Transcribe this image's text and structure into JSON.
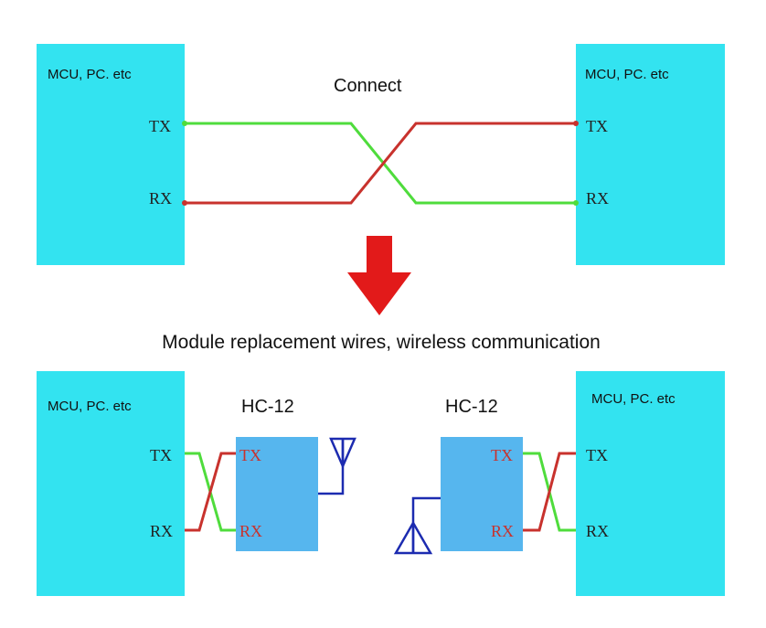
{
  "top": {
    "left_box_label": "MCU, PC. etc",
    "right_box_label": "MCU, PC. etc",
    "connect_label": "Connect",
    "left_tx": "TX",
    "left_rx": "RX",
    "right_tx": "TX",
    "right_rx": "RX"
  },
  "middle": {
    "caption": "Module replacement wires, wireless communication"
  },
  "bottom": {
    "left_box_label": "MCU, PC. etc",
    "right_box_label": "MCU, PC. etc",
    "left_module_title": "HC-12",
    "right_module_title": "HC-12",
    "left_mcu_tx": "TX",
    "left_mcu_rx": "RX",
    "left_mod_tx": "TX",
    "left_mod_rx": "RX",
    "right_mod_tx": "TX",
    "right_mod_rx": "RX",
    "right_mcu_tx": "TX",
    "right_mcu_rx": "RX"
  },
  "colors": {
    "mcu_box": "#33E3F0",
    "module_box": "#56B6EE",
    "tx_wire": "#4FDC3C",
    "rx_wire": "#C8322D",
    "pin_label_module": "#C8322D",
    "arrow": "#E21A1A",
    "antenna": "#1C2BB0"
  },
  "icons": [
    "down-arrow-icon",
    "antenna-icon"
  ]
}
